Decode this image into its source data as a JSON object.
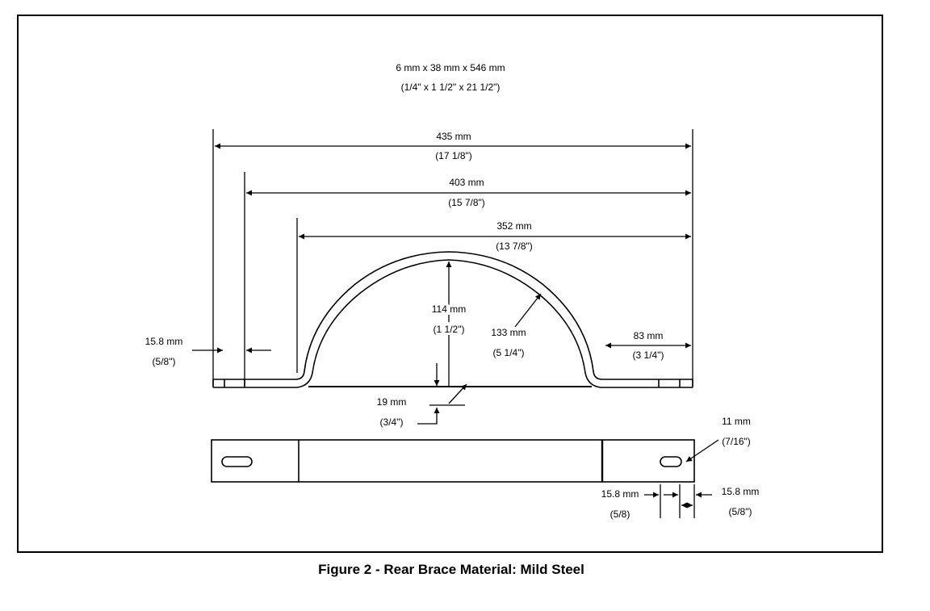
{
  "figure": {
    "caption": "Figure 2 - Rear Brace Material: Mild Steel",
    "material_size_metric": "6 mm x 38 mm x 546 mm",
    "material_size_imperial": "(1/4\" x 1 1/2\" x 21 1/2\")"
  },
  "dimensions": {
    "overall_length": {
      "metric": "435 mm",
      "imperial": "(17 1/8\")"
    },
    "mid_length": {
      "metric": "403 mm",
      "imperial": "(15 7/8\")"
    },
    "bend_length": {
      "metric": "352 mm",
      "imperial": "(13 7/8\")"
    },
    "arch_height": {
      "metric": "114 mm",
      "imperial": "(1 1/2\")"
    },
    "arch_radius": {
      "metric": "133 mm",
      "imperial": "(5 1/4\")"
    },
    "flange_right": {
      "metric": "83 mm",
      "imperial": "(3 1/4\")"
    },
    "end_offset_left": {
      "metric": "15.8 mm",
      "imperial": "(5/8\")"
    },
    "thickness": {
      "metric": "19 mm",
      "imperial": "(3/4\")"
    },
    "slot_width": {
      "metric": "11 mm",
      "imperial": "(7/16\")"
    },
    "slot_offset_a": {
      "metric": "15.8 mm",
      "imperial": "(5/8)"
    },
    "slot_offset_b": {
      "metric": "15.8 mm",
      "imperial": "(5/8\")"
    }
  },
  "colors": {
    "ink": "#000000",
    "paper": "#ffffff"
  }
}
